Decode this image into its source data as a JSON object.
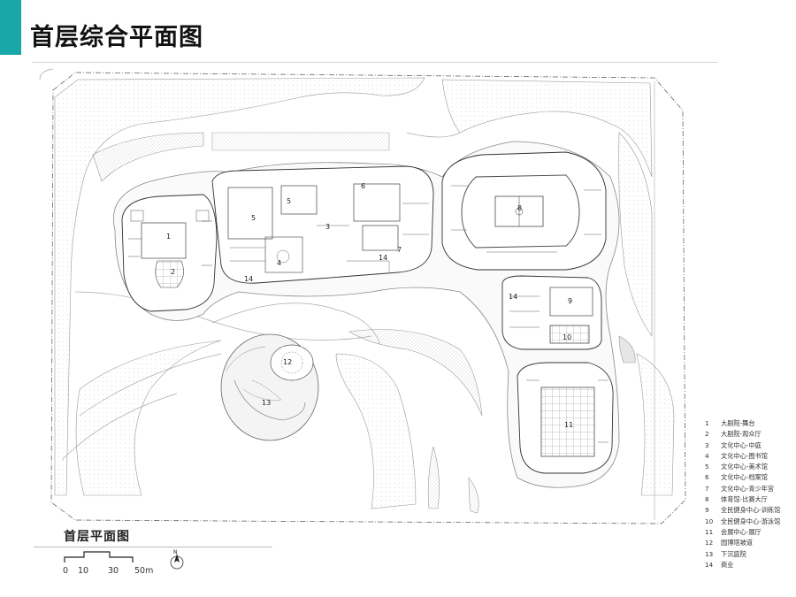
{
  "page": {
    "title": "首层综合平面图"
  },
  "plan": {
    "caption": "首层平面图",
    "scale_ticks": [
      "0",
      "10",
      "30",
      "50m"
    ],
    "north_label": "N",
    "room_numbers": [
      "1",
      "2",
      "3",
      "4",
      "5",
      "5",
      "6",
      "7",
      "8",
      "9",
      "10",
      "11",
      "12",
      "13",
      "14",
      "14",
      "14"
    ]
  },
  "legend": [
    {
      "num": "1",
      "label": "大剧院-舞台"
    },
    {
      "num": "2",
      "label": "大剧院-观众厅"
    },
    {
      "num": "3",
      "label": "文化中心-中庭"
    },
    {
      "num": "4",
      "label": "文化中心-图书馆"
    },
    {
      "num": "5",
      "label": "文化中心-美术馆"
    },
    {
      "num": "6",
      "label": "文化中心-档案馆"
    },
    {
      "num": "7",
      "label": "文化中心-青少年宫"
    },
    {
      "num": "8",
      "label": "体育馆-比赛大厅"
    },
    {
      "num": "9",
      "label": "全民健身中心-训练馆"
    },
    {
      "num": "10",
      "label": "全民健身中心-游泳馆"
    },
    {
      "num": "11",
      "label": "会展中心-展厅"
    },
    {
      "num": "12",
      "label": "园博塔坡道"
    },
    {
      "num": "13",
      "label": "下沉庭院"
    },
    {
      "num": "14",
      "label": "商业"
    }
  ],
  "colors": {
    "accent": "#1aa7a8",
    "line": "#555555",
    "hatch": "#c9c9c9"
  }
}
